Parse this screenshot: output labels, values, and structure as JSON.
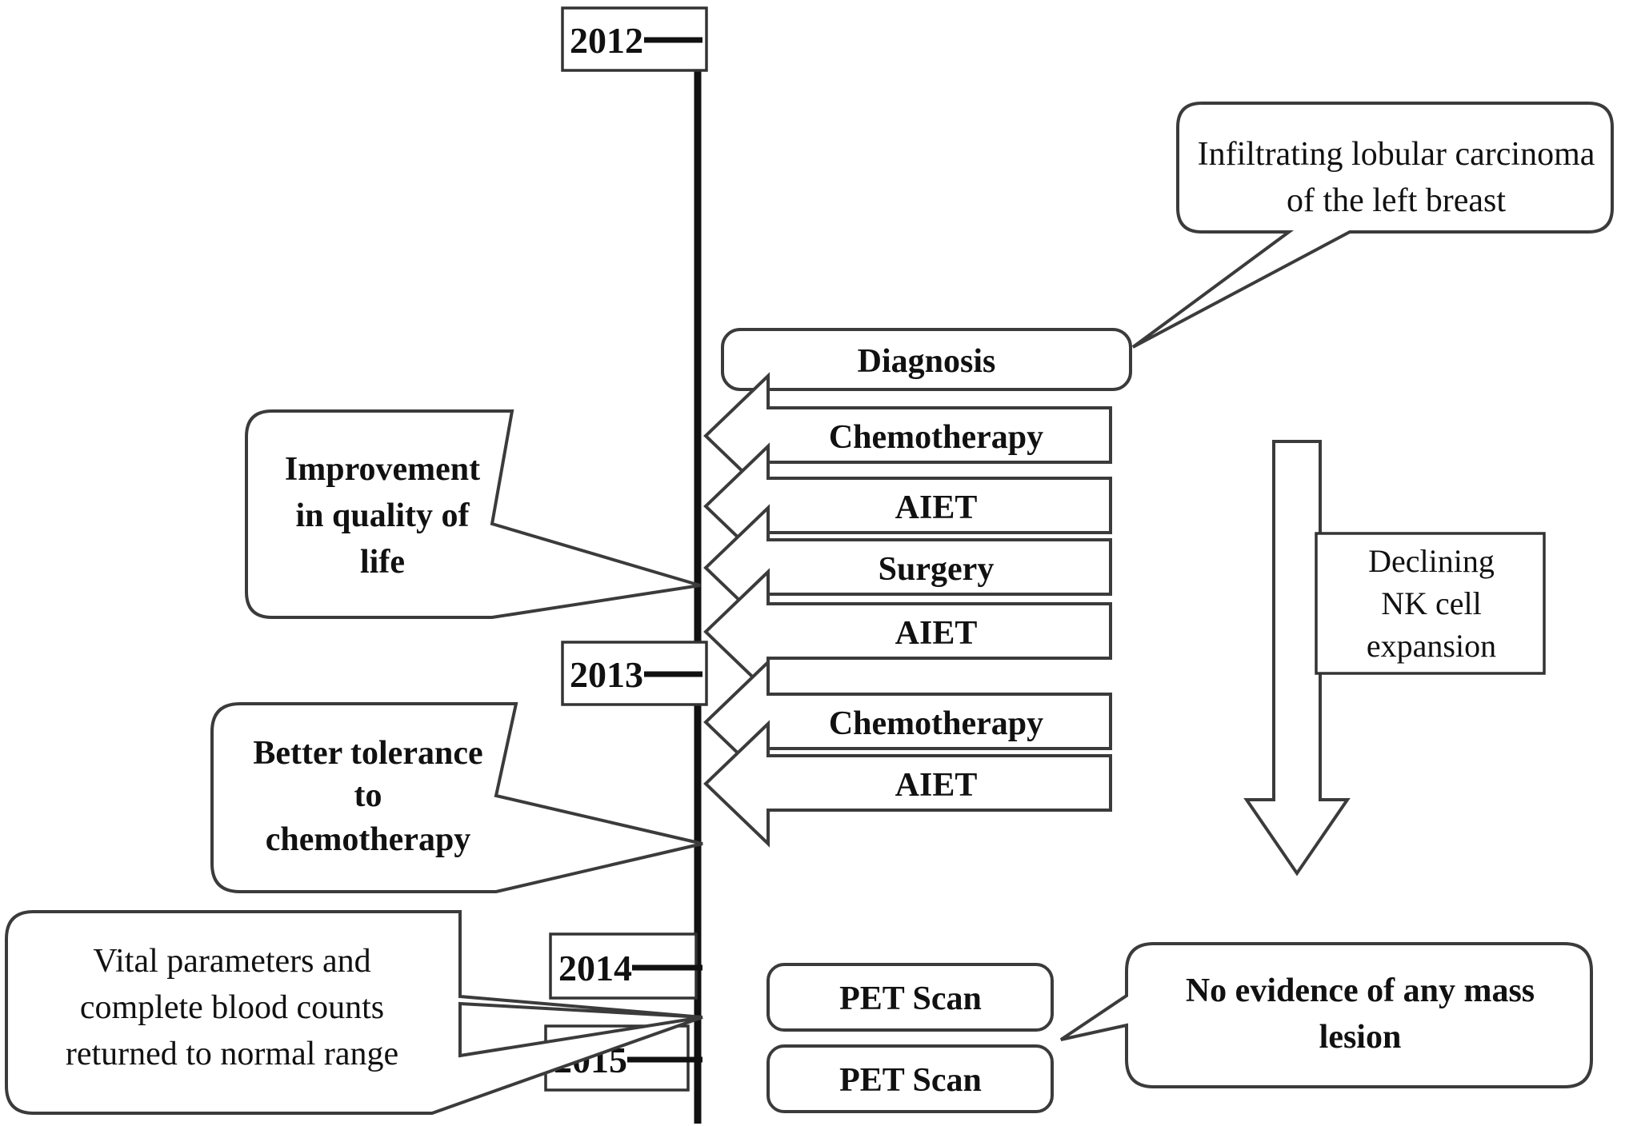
{
  "figure": {
    "type": "clinical-timeline",
    "orientation": "vertical",
    "axis_label": "treatment-timeline-axis"
  },
  "years": [
    {
      "label": "2012",
      "id": "year-2012"
    },
    {
      "label": "2013",
      "id": "year-2013"
    },
    {
      "label": "2014",
      "id": "year-2014"
    },
    {
      "label": "2015",
      "id": "year-2015"
    }
  ],
  "events": [
    {
      "label": "Diagnosis",
      "shape": "rounded-rect"
    },
    {
      "label": "Chemotherapy",
      "shape": "left-arrow"
    },
    {
      "label": "AIET",
      "shape": "left-arrow"
    },
    {
      "label": "Surgery",
      "shape": "left-arrow"
    },
    {
      "label": "AIET",
      "shape": "left-arrow"
    },
    {
      "label": "Chemotherapy",
      "shape": "left-arrow"
    },
    {
      "label": "AIET",
      "shape": "left-arrow"
    },
    {
      "label": "PET Scan",
      "shape": "rounded-rect"
    },
    {
      "label": "PET Scan",
      "shape": "rounded-rect"
    }
  ],
  "callouts": {
    "diagnosis_detail": {
      "lines": [
        "Infiltrating lobular carcinoma",
        "of the left breast"
      ],
      "style": "plain"
    },
    "quality_of_life": {
      "lines": [
        "Improvement",
        "in quality of",
        "life"
      ],
      "style": "bold"
    },
    "tolerance": {
      "lines": [
        "Better tolerance",
        "to",
        "chemotherapy"
      ],
      "style": "bold"
    },
    "vitals": {
      "lines": [
        "Vital parameters and",
        "complete  blood counts",
        "returned to normal range"
      ],
      "style": "plain"
    },
    "pet_result": {
      "lines": [
        "No evidence of any mass",
        "lesion"
      ],
      "style": "bold"
    }
  },
  "side_annotation": {
    "lines": [
      "Declining",
      "NK cell",
      "expansion"
    ],
    "arrow": "down-block-arrow",
    "style": "plain"
  },
  "colors": {
    "background": "#ffffff",
    "stroke": "#3b3b3b",
    "axis": "#111111",
    "text": "#111111"
  }
}
